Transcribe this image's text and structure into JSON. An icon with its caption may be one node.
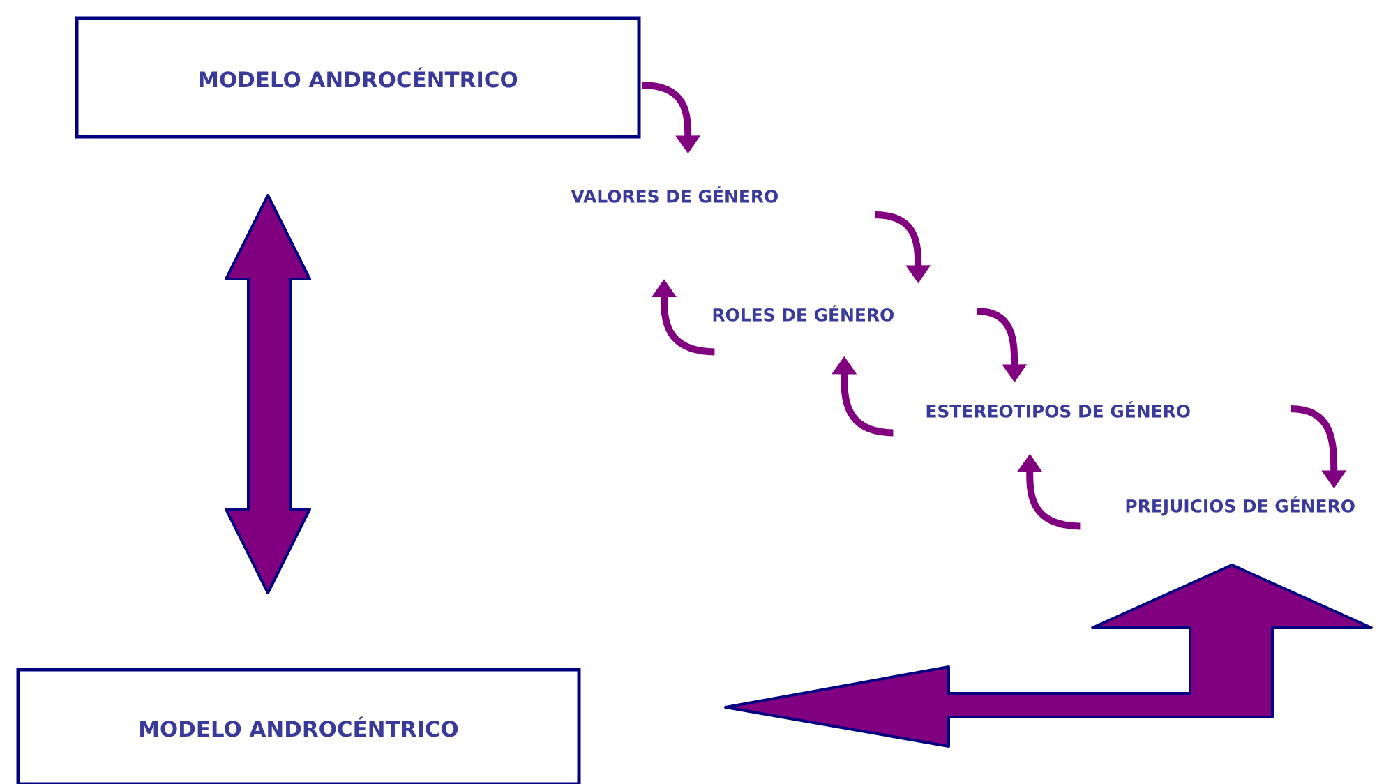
{
  "diagram": {
    "nodes": [
      {
        "text": [
          "MODELO ANDROCÉNTRICO"
        ]
      },
      {
        "text": [
          "VALORES DE GÉNERO"
        ]
      },
      {
        "text": [
          "ROLES DE GÉNERO"
        ]
      },
      {
        "text": [
          "ESTEREOTIPOS DE GÉNERO"
        ]
      },
      {
        "text": [
          "PREJUICIOS DE GÉNERO"
        ]
      },
      {
        "text": [
          "MODELO ANDROCÉNTRICO"
        ]
      }
    ],
    "edges": [
      {
        "from": 0,
        "to": 5,
        "arrow": "both",
        "style": "thick"
      },
      {
        "from": 0,
        "to": 1,
        "arrow": "to"
      },
      {
        "from": null,
        "to": 2,
        "arrow": "to"
      },
      {
        "from": null,
        "to": 3,
        "arrow": "to"
      },
      {
        "from": null,
        "to": 4,
        "arrow": "to"
      },
      {
        "from": 2,
        "to": null,
        "arrow": "to"
      },
      {
        "from": 3,
        "to": 2,
        "arrow": "to"
      },
      {
        "from": 4,
        "to": 3,
        "arrow": "to"
      },
      {
        "from": 4,
        "to": 5,
        "arrow": "both",
        "style": "thick"
      }
    ]
  }
}
